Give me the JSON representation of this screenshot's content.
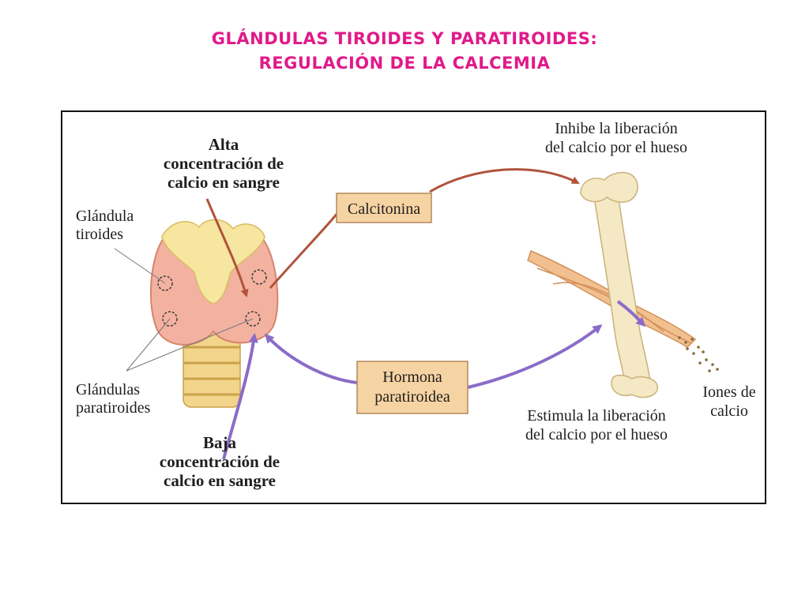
{
  "title": {
    "line1": "GLÁNDULAS TIROIDES Y PARATIROIDES:",
    "line2": "REGULACIÓN DE LA CALCEMIA"
  },
  "labels": {
    "alta": [
      "Alta",
      "concentración de",
      "calcio en sangre"
    ],
    "glandula_tiroides": [
      "Glándula",
      "tiroides"
    ],
    "glandulas_paratiroides": [
      "Glándulas",
      "paratiroides"
    ],
    "baja": [
      "Baja",
      "concentración de",
      "calcio en sangre"
    ],
    "inhibe": [
      "Inhibe la liberación",
      "del calcio por el hueso"
    ],
    "estimula": [
      "Estimula la liberación",
      "del calcio por el hueso"
    ],
    "iones": [
      "Iones de",
      "calcio"
    ]
  },
  "boxes": {
    "calcitonina": "Calcitonina",
    "hormona": [
      "Hormona",
      "paratiroidea"
    ]
  },
  "colors": {
    "title": "#e01a8a",
    "calcitonin_arrow": "#b0533b",
    "pth_arrow": "#8a6cc8",
    "box_fill": "#f6d3a3",
    "thyroid": "#f3b2a0",
    "cartilage": "#f6e6a0",
    "bone": "#f5e8c4"
  }
}
